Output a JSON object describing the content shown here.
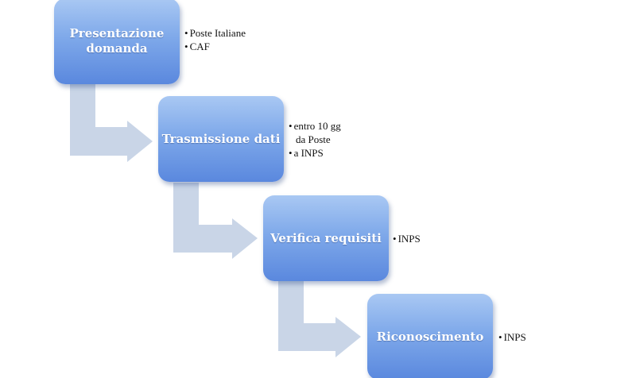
{
  "steps": [
    {
      "title": "Presentazione domanda",
      "notes": [
        {
          "text": "Poste Italiane",
          "bullet": true
        },
        {
          "text": "CAF",
          "bullet": true
        }
      ]
    },
    {
      "title": "Trasmissione dati",
      "notes": [
        {
          "text": "entro 10 gg",
          "bullet": true
        },
        {
          "text": "da Poste",
          "bullet": false
        },
        {
          "text": "a INPS",
          "bullet": true
        }
      ]
    },
    {
      "title": "Verifica requisiti",
      "notes": [
        {
          "text": "INPS",
          "bullet": true
        }
      ]
    },
    {
      "title": "Riconoscimento",
      "notes": [
        {
          "text": "INPS",
          "bullet": true
        }
      ]
    }
  ],
  "colors": {
    "box_top": "#a9c8f3",
    "box_bottom": "#5a88de",
    "arrow": "#c9d5e7",
    "text_box": "#ffffff",
    "text_notes": "#111111"
  }
}
